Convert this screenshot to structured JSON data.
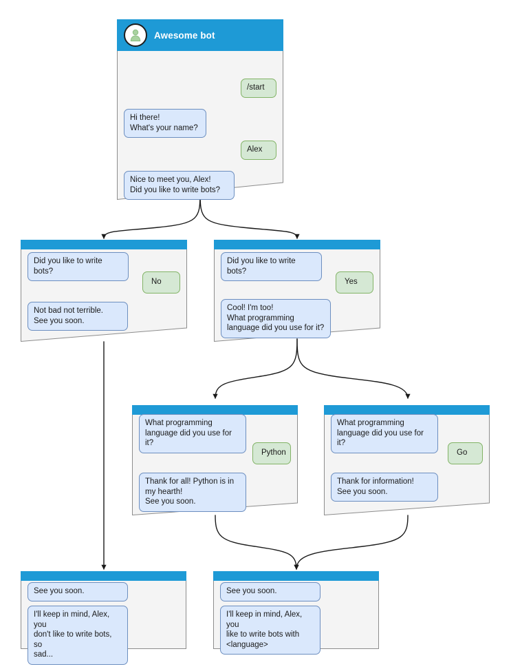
{
  "meta": {
    "diagram_title": "Awesome bot conversation flow",
    "colors": {
      "header_blue": "#1e9ad6",
      "card_bg": "#f4f4f4",
      "card_border": "#8c8c8c",
      "bot_bubble_fill": "#dae8fc",
      "bot_bubble_border": "#6c8ebf",
      "user_bubble_fill": "#d5e8d4",
      "user_bubble_border": "#82b366",
      "edge_stroke": "#1a1a1a",
      "avatar_person": "#a9d2a0",
      "title_text": "#ffffff"
    }
  },
  "cards": [
    {
      "id": "start",
      "title": "Awesome bot",
      "avatar_icon": "person-avatar-icon",
      "messages": [
        {
          "from": "user",
          "text": "/start"
        },
        {
          "from": "bot",
          "text": "Hi there!\nWhat's your name?"
        },
        {
          "from": "user",
          "text": "Alex"
        },
        {
          "from": "bot",
          "text": "Nice to meet you, Alex!\nDid you like to write bots?"
        }
      ]
    },
    {
      "id": "answer-no",
      "messages": [
        {
          "from": "bot",
          "text": "Did you like to write bots?"
        },
        {
          "from": "user",
          "text": "No"
        },
        {
          "from": "bot",
          "text": "Not bad not terrible.\nSee you soon."
        }
      ]
    },
    {
      "id": "answer-yes",
      "messages": [
        {
          "from": "bot",
          "text": "Did you like to write bots?"
        },
        {
          "from": "user",
          "text": "Yes"
        },
        {
          "from": "bot",
          "text": "Cool! I'm too!\nWhat programming\nlanguage did you use for it?"
        }
      ]
    },
    {
      "id": "language-python",
      "messages": [
        {
          "from": "bot",
          "text": "What programming\nlanguage did you use for it?"
        },
        {
          "from": "user",
          "text": "Python"
        },
        {
          "from": "bot",
          "text": "Thank for all! Python is in\nmy hearth!\nSee you soon."
        }
      ]
    },
    {
      "id": "language-go",
      "messages": [
        {
          "from": "bot",
          "text": "What programming\nlanguage did you use for it?"
        },
        {
          "from": "user",
          "text": "Go"
        },
        {
          "from": "bot",
          "text": "Thank for information!\nSee you soon."
        }
      ]
    },
    {
      "id": "farewell-no",
      "messages": [
        {
          "from": "bot",
          "text": "See you soon."
        },
        {
          "from": "bot",
          "text": "I'll keep in mind, Alex, you\ndon't like to write bots, so\nsad..."
        }
      ]
    },
    {
      "id": "farewell-yes",
      "messages": [
        {
          "from": "bot",
          "text": "See you soon."
        },
        {
          "from": "bot",
          "text": "I'll keep in mind, Alex, you\nlike to write bots with\n<language>"
        }
      ]
    }
  ]
}
